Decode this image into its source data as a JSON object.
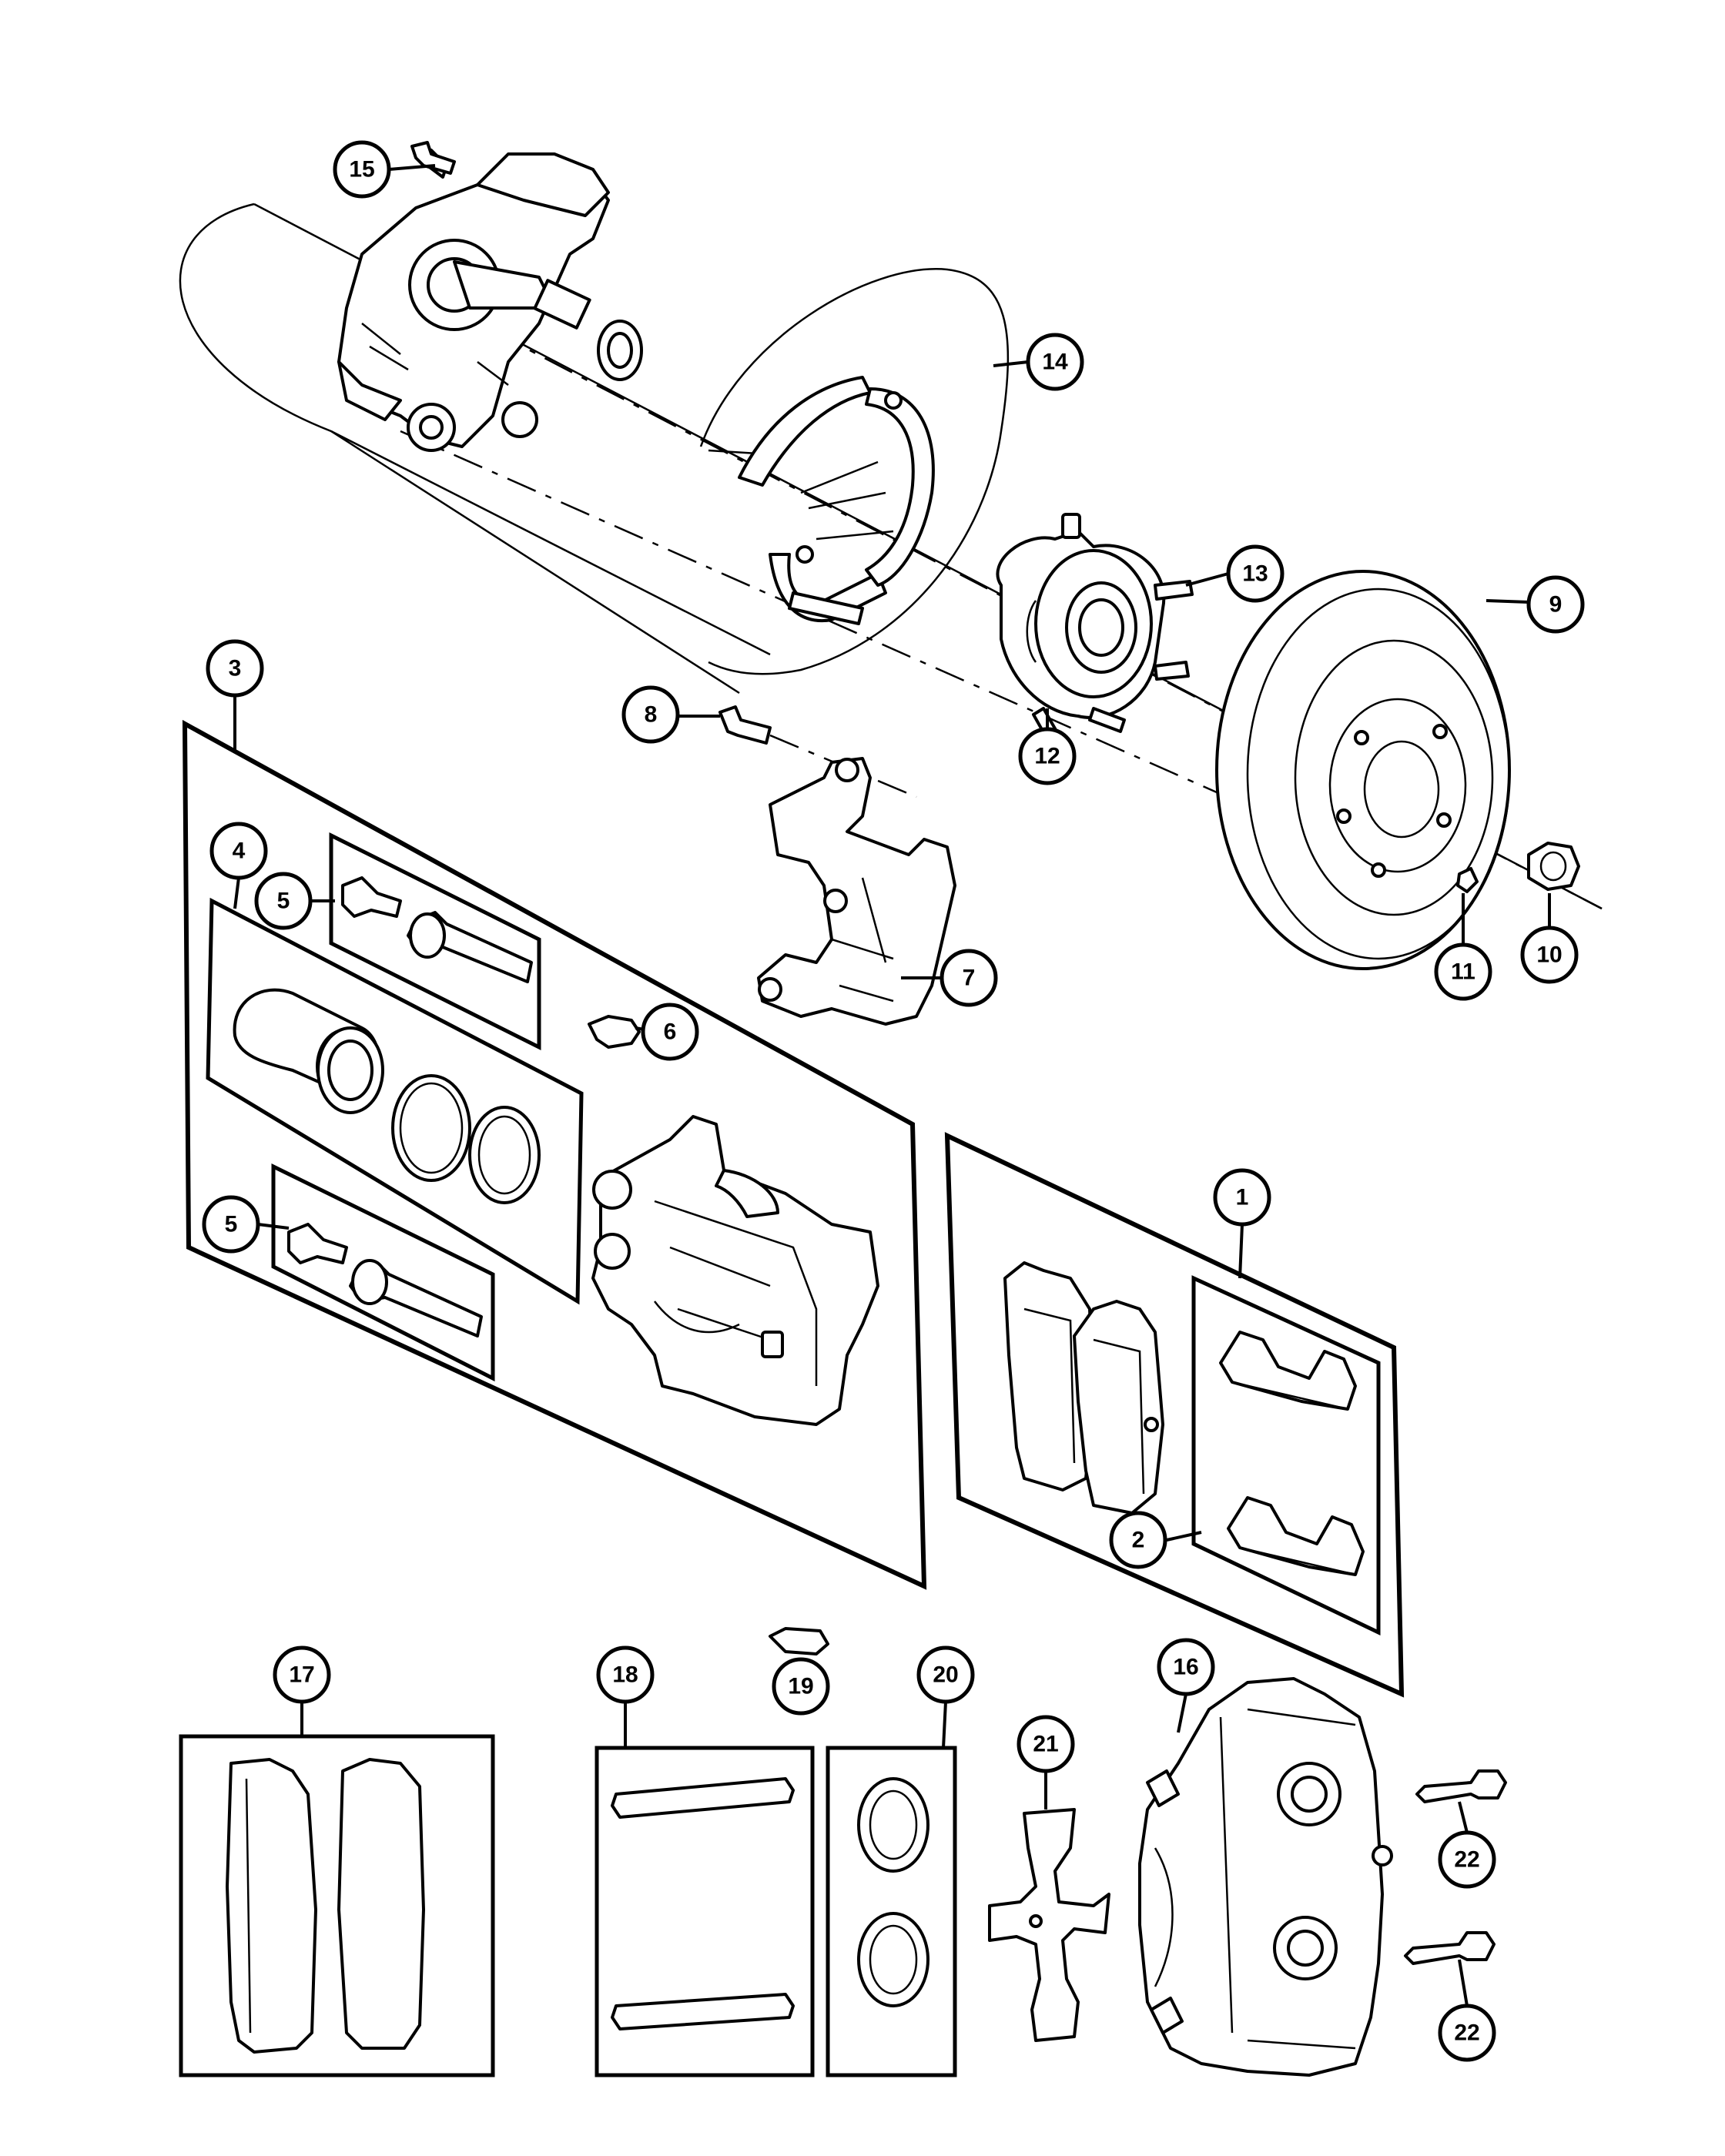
{
  "diagram": {
    "type": "exploded parts diagram",
    "callouts": [
      {
        "id": "1",
        "label": "1"
      },
      {
        "id": "2",
        "label": "2"
      },
      {
        "id": "3",
        "label": "3"
      },
      {
        "id": "4",
        "label": "4"
      },
      {
        "id": "5a",
        "label": "5"
      },
      {
        "id": "5b",
        "label": "5"
      },
      {
        "id": "6",
        "label": "6"
      },
      {
        "id": "7",
        "label": "7"
      },
      {
        "id": "8",
        "label": "8"
      },
      {
        "id": "9",
        "label": "9"
      },
      {
        "id": "10",
        "label": "10"
      },
      {
        "id": "11",
        "label": "11"
      },
      {
        "id": "12",
        "label": "12"
      },
      {
        "id": "13",
        "label": "13"
      },
      {
        "id": "14",
        "label": "14"
      },
      {
        "id": "15",
        "label": "15"
      },
      {
        "id": "16",
        "label": "16"
      },
      {
        "id": "17",
        "label": "17"
      },
      {
        "id": "18",
        "label": "18"
      },
      {
        "id": "19",
        "label": "19"
      },
      {
        "id": "20",
        "label": "20"
      },
      {
        "id": "21",
        "label": "21"
      },
      {
        "id": "22a",
        "label": "22"
      },
      {
        "id": "22b",
        "label": "22"
      }
    ]
  }
}
